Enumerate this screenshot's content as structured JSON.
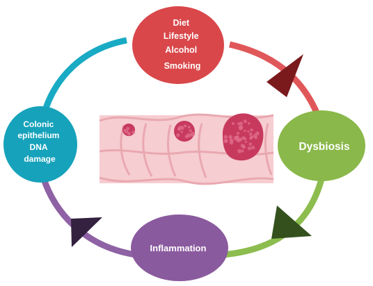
{
  "nodes": {
    "diet_lifestyle": {
      "lines": [
        "Diet",
        "Lifestyle",
        "Alcohol",
        "Smoking"
      ],
      "color": "#d9474a"
    },
    "dysbiosis": {
      "label": "Dysbiosis",
      "color": "#8ab84a"
    },
    "inflammation": {
      "label": "Inflammation",
      "color": "#8a5a9e"
    },
    "dna_damage": {
      "lines": [
        "Colonic",
        "epithelium",
        "DNA",
        "damage"
      ],
      "color": "#16a2bb"
    }
  },
  "arcs": {
    "red": "#e0575a",
    "green": "#8cbd4e",
    "purple": "#8e62a4",
    "teal": "#19aac4"
  },
  "arrows": {
    "red": "#7a1a1c",
    "green": "#34511d",
    "purple": "#33213f"
  },
  "colon": {
    "tissue_color": "#f6cdd1",
    "fold_color": "#e9a8b0",
    "polyp_color": "#c73a5e",
    "polyp_highlight": "#e06b8a"
  }
}
